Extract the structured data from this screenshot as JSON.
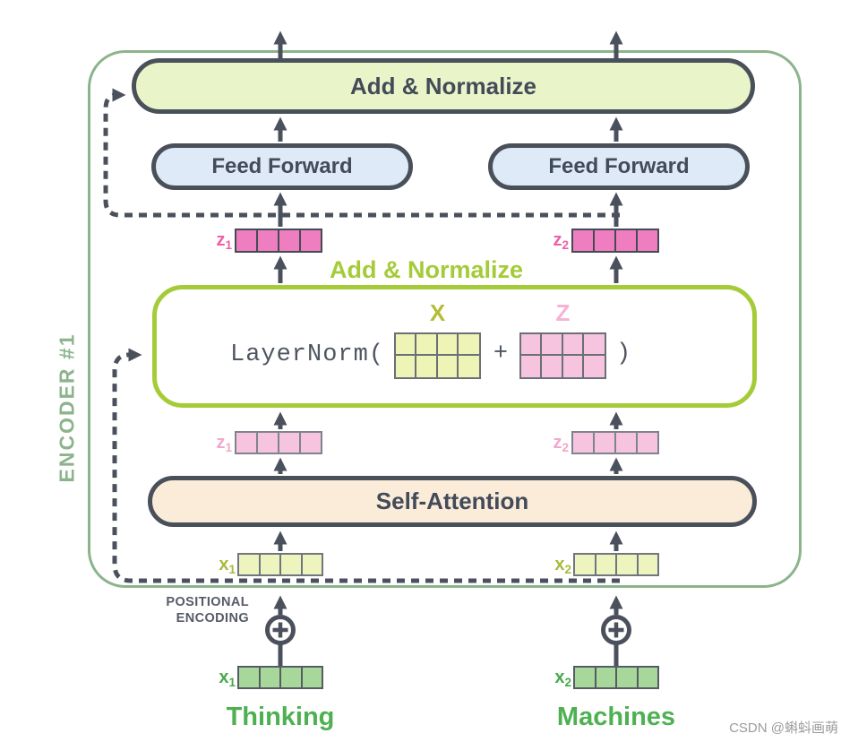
{
  "encoder_label": "ENCODER #1",
  "boxes": {
    "add_normalize_top": "Add & Normalize",
    "feed_forward_left": "Feed Forward",
    "feed_forward_right": "Feed Forward",
    "add_normalize_green": "Add & Normalize",
    "self_attention": "Self-Attention"
  },
  "layernorm": {
    "call": "LayerNorm(",
    "x_label": "X",
    "plus": "+",
    "z_label": "Z",
    "close": ")"
  },
  "vectors": {
    "cells_per_vector": 4,
    "z1_top": {
      "base": "z",
      "sub": "1"
    },
    "z2_top": {
      "base": "z",
      "sub": "2"
    },
    "z1_mid": {
      "base": "z",
      "sub": "1"
    },
    "z2_mid": {
      "base": "z",
      "sub": "2"
    },
    "x1_mid": {
      "base": "x",
      "sub": "1"
    },
    "x2_mid": {
      "base": "x",
      "sub": "2"
    },
    "x1_bottom": {
      "base": "x",
      "sub": "1"
    },
    "x2_bottom": {
      "base": "x",
      "sub": "2"
    }
  },
  "positional_encoding": {
    "line1": "POSITIONAL",
    "line2": "ENCODING"
  },
  "input_words": {
    "left": "Thinking",
    "right": "Machines"
  },
  "watermark": "CSDN @蝌蚪画萌",
  "colors": {
    "frame_green": "#8cb48c",
    "accent_green": "#a5cb39",
    "dark_outline": "#4b515c",
    "box_add_normalize": "#e9f4c9",
    "box_feed_forward": "#dfeaf8",
    "box_self_attention": "#faecd9",
    "vector_magenta": "#ee7ec0",
    "vector_pink": "#f6c4df",
    "vector_light_green": "#edf4be",
    "vector_input_green": "#a7d79a",
    "word_green": "#4db151"
  }
}
